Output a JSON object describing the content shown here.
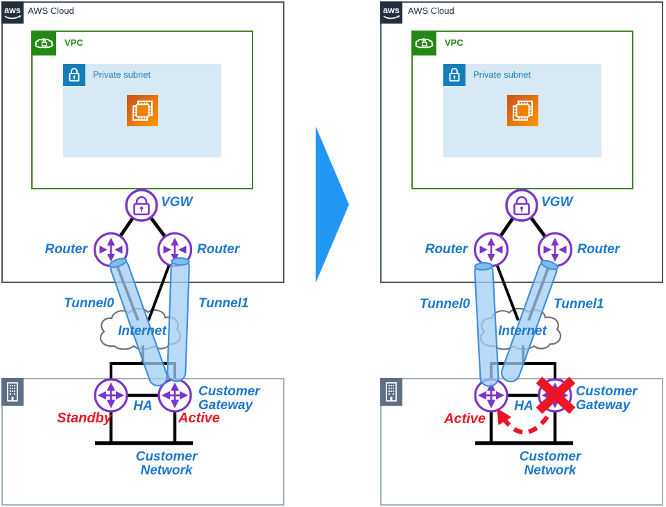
{
  "colors": {
    "aws_navy": "#232F3E",
    "aws_box_border": "#4D5866",
    "customer_box_border": "#A3AFBD",
    "vpc_green": "#248814",
    "subnet_blue": "#147EBA",
    "subnet_fill": "#D7E9F4",
    "ec2_orange_start": "#C8511B",
    "ec2_orange_end": "#FF9904",
    "icon_purple": "#7B35C9",
    "label_blue": "#1C78CE",
    "status_red": "#EC1525",
    "tunnel_fill": "#A0CEF3",
    "tunnel_stroke": "#3E8EDB",
    "transition_arrow_blue": "#2196F3",
    "line_black": "#000000"
  },
  "panels": {
    "left": {
      "aws_cloud_label": "AWS Cloud",
      "vpc_label": "VPC",
      "private_subnet_label": "Private subnet",
      "vgw_label": "VGW",
      "router_left_label": "Router",
      "router_right_label": "Router",
      "tunnel0_label": "Tunnel0",
      "tunnel1_label": "Tunnel1",
      "internet_label": "Internet",
      "ha_label": "HA",
      "left_gateway_status": "Standby",
      "right_gateway_status": "Active",
      "customer_gateway_label": "Customer Gateway",
      "customer_network_label": "Customer Network"
    },
    "right": {
      "aws_cloud_label": "AWS Cloud",
      "vpc_label": "VPC",
      "private_subnet_label": "Private subnet",
      "vgw_label": "VGW",
      "router_left_label": "Router",
      "router_right_label": "Router",
      "tunnel0_label": "Tunnel0",
      "tunnel1_label": "Tunnel1",
      "internet_label": "Internet",
      "ha_label": "HA",
      "left_gateway_status": "Active",
      "customer_gateway_label": "Customer Gateway",
      "customer_network_label": "Customer Network"
    }
  }
}
